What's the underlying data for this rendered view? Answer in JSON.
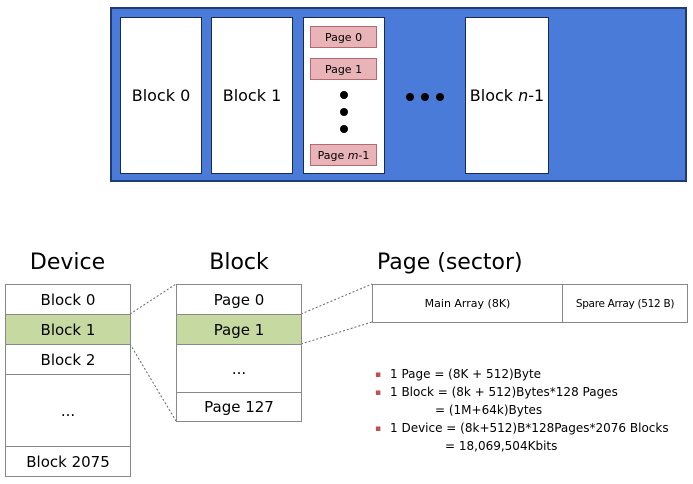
{
  "top": {
    "blocks": [
      "Block 0",
      "Block 1"
    ],
    "last_block_prefix": "Block ",
    "last_block_var": "n",
    "last_block_suffix": "-1",
    "pages": [
      "Page 0",
      "Page 1"
    ],
    "last_page_prefix": "Page ",
    "last_page_var": "m",
    "last_page_suffix": "-1"
  },
  "device": {
    "title": "Device",
    "cells": [
      "Block 0",
      "Block 1",
      "Block 2",
      "...",
      "Block 2075"
    ]
  },
  "block": {
    "title": "Block",
    "cells": [
      "Page 0",
      "Page 1",
      "...",
      "Page 127"
    ]
  },
  "page": {
    "title": "Page (sector)",
    "main": "Main Array (8K)",
    "spare": "Spare Array (512 B)"
  },
  "notes": [
    "1 Page = (8K + 512)Byte",
    "1 Block = (8k + 512)Bytes*128 Pages",
    "= (1M+64k)Bytes",
    "1 Device = (8k+512)B*128Pages*2076 Blocks",
    "= 18,069,504Kbits"
  ],
  "colors": {
    "device_blue": "#4a7bd8",
    "page_pink": "#e8b4b8",
    "highlight_green": "#c5d9a0",
    "bullet_red": "#c0504d"
  }
}
